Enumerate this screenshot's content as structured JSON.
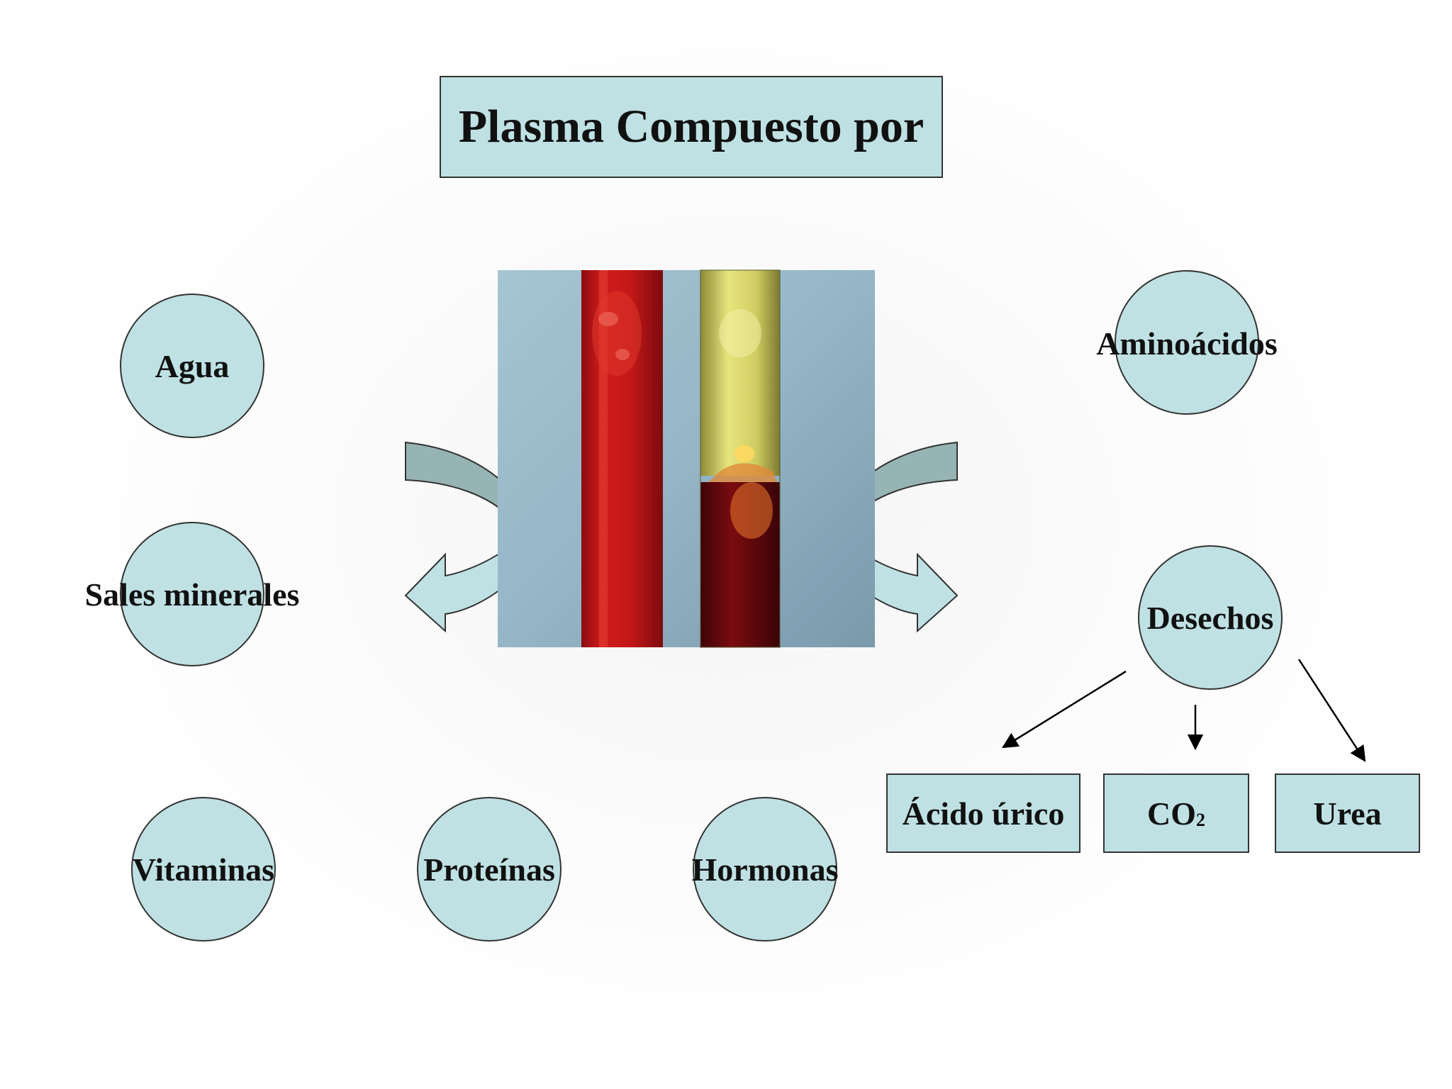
{
  "title": "Plasma Compuesto por",
  "components": {
    "agua": "Agua",
    "sales_minerales": "Sales minerales",
    "aminoacidos": "Aminoácidos",
    "desechos": "Desechos",
    "vitaminas": "Vitaminas",
    "proteinas": "Proteínas",
    "hormonas": "Hormonas"
  },
  "desechos_items": {
    "acido_urico": "Ácido úrico",
    "co2_main": "CO",
    "co2_sub": "2",
    "urea": "Urea"
  },
  "colors": {
    "box_fill": "#bfe1e3",
    "curved_arrow_dark": "#97b4b4",
    "curved_arrow_light": "#bfe1e3",
    "blood_red": "#c01818",
    "plasma_yellow": "#d8d770"
  }
}
